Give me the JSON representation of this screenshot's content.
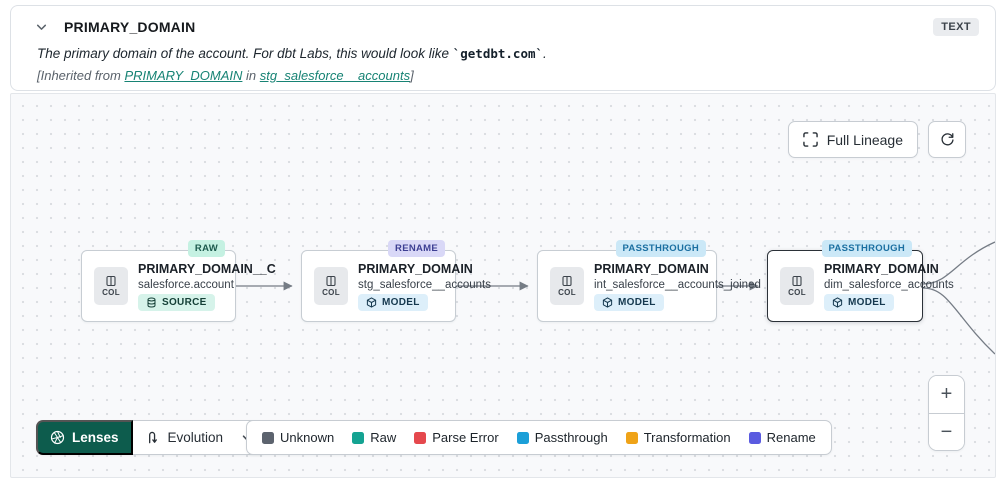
{
  "header": {
    "title": "PRIMARY_DOMAIN",
    "type_badge": "TEXT",
    "description_prefix": "The primary domain of the account. For dbt Labs, this would look like ",
    "description_code": "`getdbt.com`",
    "description_suffix": ".",
    "inherited_prefix": "[Inherited from ",
    "inherited_link_column": "PRIMARY_DOMAIN",
    "inherited_middle": " in ",
    "inherited_link_model": "stg_salesforce__accounts",
    "inherited_suffix": "]"
  },
  "toolbar": {
    "full_lineage_label": "Full Lineage"
  },
  "labels": {
    "col_chip": "COL"
  },
  "nodes": [
    {
      "title": "PRIMARY_DOMAIN__C",
      "subtitle": "salesforce.account",
      "resource": "SOURCE",
      "badge": "RAW",
      "badge_bg": "#c5f1e2",
      "badge_fg": "#1d5a4d",
      "resource_bg": "#d6f3ea",
      "resource_fg": "#143f36",
      "selected": false
    },
    {
      "title": "PRIMARY_DOMAIN",
      "subtitle": "stg_salesforce__accounts",
      "resource": "MODEL",
      "badge": "RENAME",
      "badge_bg": "#d9d8f7",
      "badge_fg": "#3d3f93",
      "resource_bg": "#ddeffa",
      "resource_fg": "#16394f",
      "selected": false
    },
    {
      "title": "PRIMARY_DOMAIN",
      "subtitle": "int_salesforce__accounts_joined",
      "resource": "MODEL",
      "badge": "PASSTHROUGH",
      "badge_bg": "#cbe8f7",
      "badge_fg": "#1b6fa1",
      "resource_bg": "#ddeffa",
      "resource_fg": "#16394f",
      "selected": false
    },
    {
      "title": "PRIMARY_DOMAIN",
      "subtitle": "dim_salesforce_accounts",
      "resource": "MODEL",
      "badge": "PASSTHROUGH",
      "badge_bg": "#cbe8f7",
      "badge_fg": "#1b6fa1",
      "resource_bg": "#ddeffa",
      "resource_fg": "#16394f",
      "selected": true
    }
  ],
  "lenses": {
    "label": "Lenses",
    "selected_lens": "Evolution"
  },
  "legend": [
    {
      "label": "Unknown",
      "color": "#5c636e"
    },
    {
      "label": "Raw",
      "color": "#14a392"
    },
    {
      "label": "Parse Error",
      "color": "#e5484d"
    },
    {
      "label": "Passthrough",
      "color": "#1b9fd8"
    },
    {
      "label": "Transformation",
      "color": "#efa318"
    },
    {
      "label": "Rename",
      "color": "#5a5be0"
    }
  ],
  "zoom_controls": {
    "zoom_in": "+",
    "zoom_out": "−"
  },
  "colors": {
    "accent_teal_link": "#178374",
    "lenses_bg": "#0d5c4d",
    "edge": "#757c85",
    "canvas_bg": "#f8f9fb"
  }
}
